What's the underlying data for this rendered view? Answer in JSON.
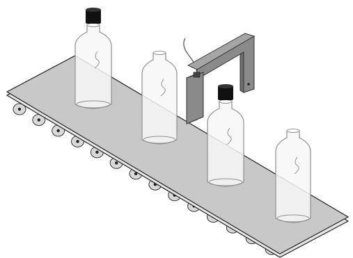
{
  "scene": {
    "subject": "conveyor-belt-bottling-line",
    "roller_count": 14,
    "colors": {
      "belt_fill": "#c8c8c8",
      "belt_stroke": "#222222",
      "sensor_frame": "#8a8a8a",
      "cap": "#111111",
      "bottle_outline": "#8f8f8f",
      "bottle_fill": "#f7f7f7",
      "roller": "#d9d9d9",
      "cable": "#666666"
    },
    "bottles": [
      {
        "id": "bottle-1",
        "capped": true
      },
      {
        "id": "bottle-2",
        "capped": false
      },
      {
        "id": "bottle-3",
        "capped": true
      },
      {
        "id": "bottle-4",
        "capped": false
      }
    ]
  }
}
